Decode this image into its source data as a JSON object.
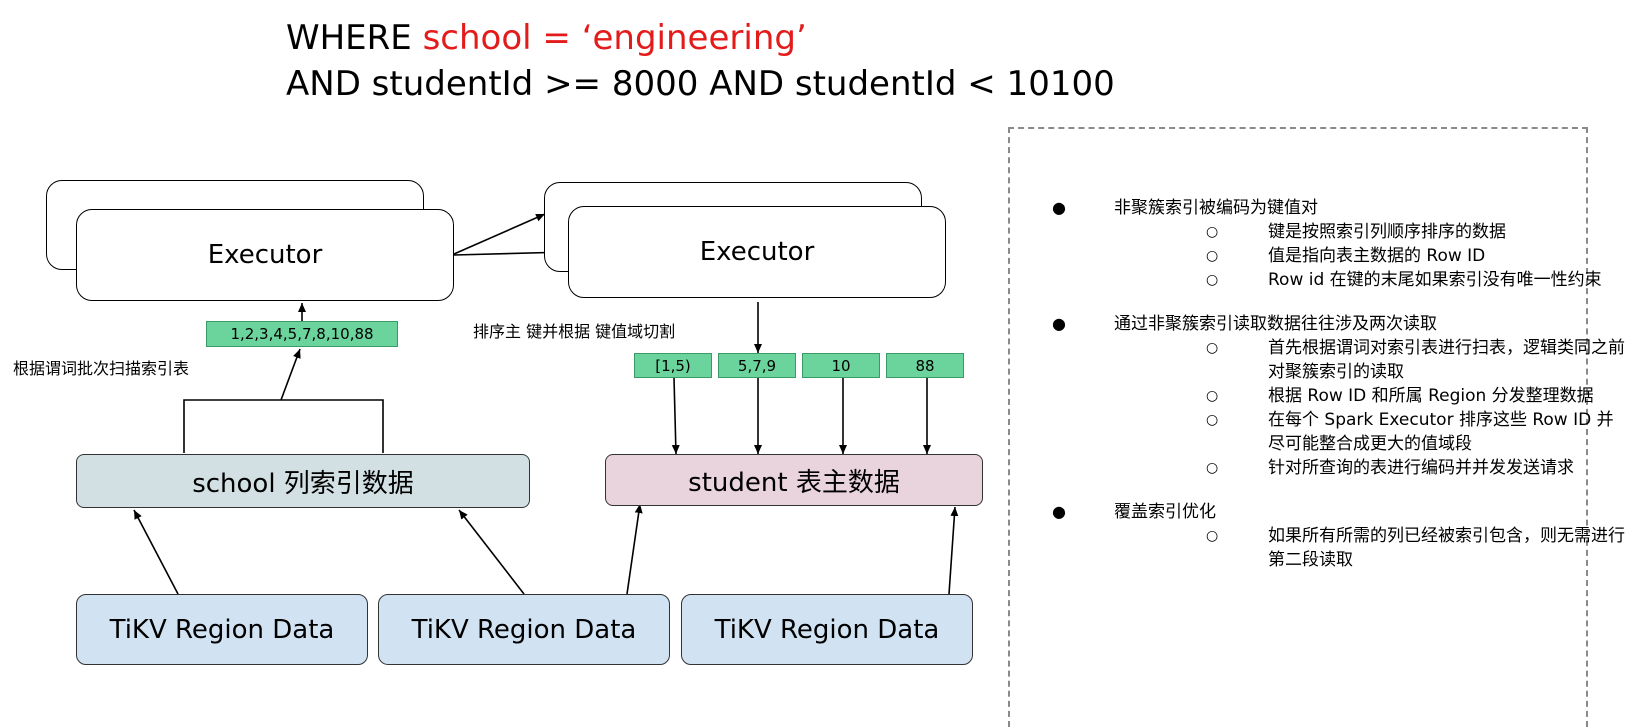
{
  "title": {
    "line1_prefix": "WHERE ",
    "line1_red": "school = ‘engineering’",
    "line2": "AND studentId >= 8000 AND studentId < 10100"
  },
  "diagram": {
    "executor_left": "Executor",
    "executor_right": "Executor",
    "chip_left": "1,2,3,4,5,7,8,10,88",
    "chips_right": [
      "[1,5)",
      "5,7,9",
      "10",
      "88"
    ],
    "label_scan": "根据谓词批次扫描索引表",
    "label_sort": "排序主 键并根据 键值域切割",
    "school_index": "school 列索引数据",
    "student_table": "student 表主数据",
    "regions": [
      "TiKV Region Data",
      "TiKV Region Data",
      "TiKV Region Data"
    ]
  },
  "notes": [
    {
      "bullet": "非聚簇索引被编码为键值对",
      "subs": [
        "键是按照索引列顺序排序的数据",
        "值是指向表主数据的 Row ID",
        "Row id 在键的末尾如果索引没有唯一性约束"
      ]
    },
    {
      "bullet": "通过非聚簇索引读取数据往往涉及两次读取",
      "subs": [
        "首先根据谓词对索引表进行扫表，逻辑类同之前对聚簇索引的读取",
        "根据 Row ID 和所属 Region 分发整理数据",
        "在每个 Spark Executor 排序这些 Row ID 并尽可能整合成更大的值域段",
        "针对所查询的表进行编码并并发发送请求"
      ]
    },
    {
      "bullet": "覆盖索引优化",
      "subs": [
        "如果所有所需的列已经被索引包含，则无需进行第二段读取"
      ]
    }
  ]
}
